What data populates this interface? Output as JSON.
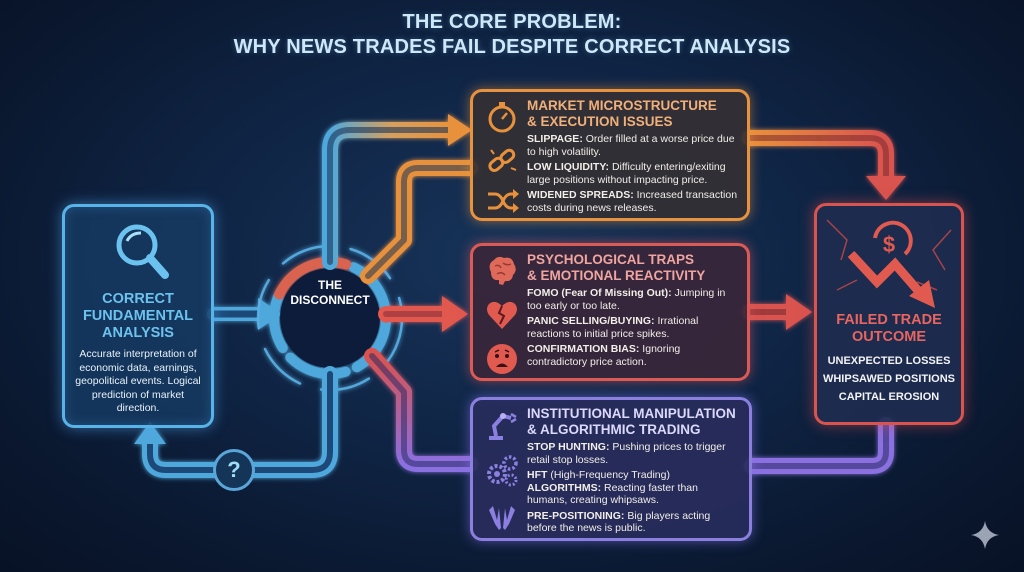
{
  "title": {
    "line1": "THE CORE PROBLEM:",
    "line2": "WHY NEWS TRADES FAIL DESPITE CORRECT ANALYSIS"
  },
  "analysis_box": {
    "icon": "magnifier-icon",
    "heading": "CORRECT FUNDAMENTAL ANALYSIS",
    "body": "Accurate interpretation of economic data, earnings, geopolitical events. Logical prediction of market direction.",
    "color": "#58b4e8"
  },
  "hub": {
    "label_line1": "THE",
    "label_line2": "DISCONNECT"
  },
  "loop_back": {
    "icon": "question-mark-icon",
    "glyph": "?"
  },
  "panels": [
    {
      "id": "microstructure",
      "heading_line1": "MARKET MICROSTRUCTURE",
      "heading_line2": "& EXECUTION ISSUES",
      "color": "#e7923f",
      "items": [
        {
          "icon": "stopwatch-icon",
          "term": "SLIPPAGE:",
          "text": " Order filled at a worse price due to high volatility."
        },
        {
          "icon": "broken-link-icon",
          "term": "LOW LIQUIDITY:",
          "text": " Difficulty entering/exiting large positions without impacting price."
        },
        {
          "icon": "shuffle-icon",
          "term": "WIDENED SPREADS:",
          "text": " Increased transaction costs during news releases."
        }
      ]
    },
    {
      "id": "psychological",
      "heading_line1": "PSYCHOLOGICAL TRAPS",
      "heading_line2": "& EMOTIONAL REACTIVITY",
      "color": "#dc5a55",
      "items": [
        {
          "icon": "brain-icon",
          "term": "FOMO (Fear Of Missing Out):",
          "text": " Jumping in too early or too late."
        },
        {
          "icon": "broken-heart-icon",
          "term": "PANIC SELLING/BUYING:",
          "text": " Irrational reactions to initial price spikes."
        },
        {
          "icon": "worried-face-icon",
          "term": "CONFIRMATION BIAS:",
          "text": " Ignoring contradictory price action."
        }
      ]
    },
    {
      "id": "institutional",
      "heading_line1": "INSTITUTIONAL MANIPULATION",
      "heading_line2": "& ALGORITHMIC TRADING",
      "color": "#8b7fe0",
      "items": [
        {
          "icon": "robot-arm-icon",
          "term": "STOP HUNTING:",
          "text": " Pushing prices to trigger retail stop losses."
        },
        {
          "icon": "gears-icon",
          "term": "HFT",
          "mid": " (High-Frequency Trading) ",
          "term2": "ALGORITHMS:",
          "text": " Reacting faster than humans, creating whipsaws."
        },
        {
          "icon": "hands-icon",
          "term": "PRE-POSITIONING:",
          "text": " Big players acting before the news is public."
        }
      ]
    }
  ],
  "outcome_box": {
    "icon": "dollar-down-arrow-icon",
    "heading_line1": "FAILED TRADE",
    "heading_line2": "OUTCOME",
    "outcomes": [
      "UNEXPECTED LOSSES",
      "WHIPSAWED POSITIONS",
      "CAPITAL EROSION"
    ],
    "color": "#d9534f"
  },
  "watermark": {
    "icon": "sparkle-icon"
  }
}
